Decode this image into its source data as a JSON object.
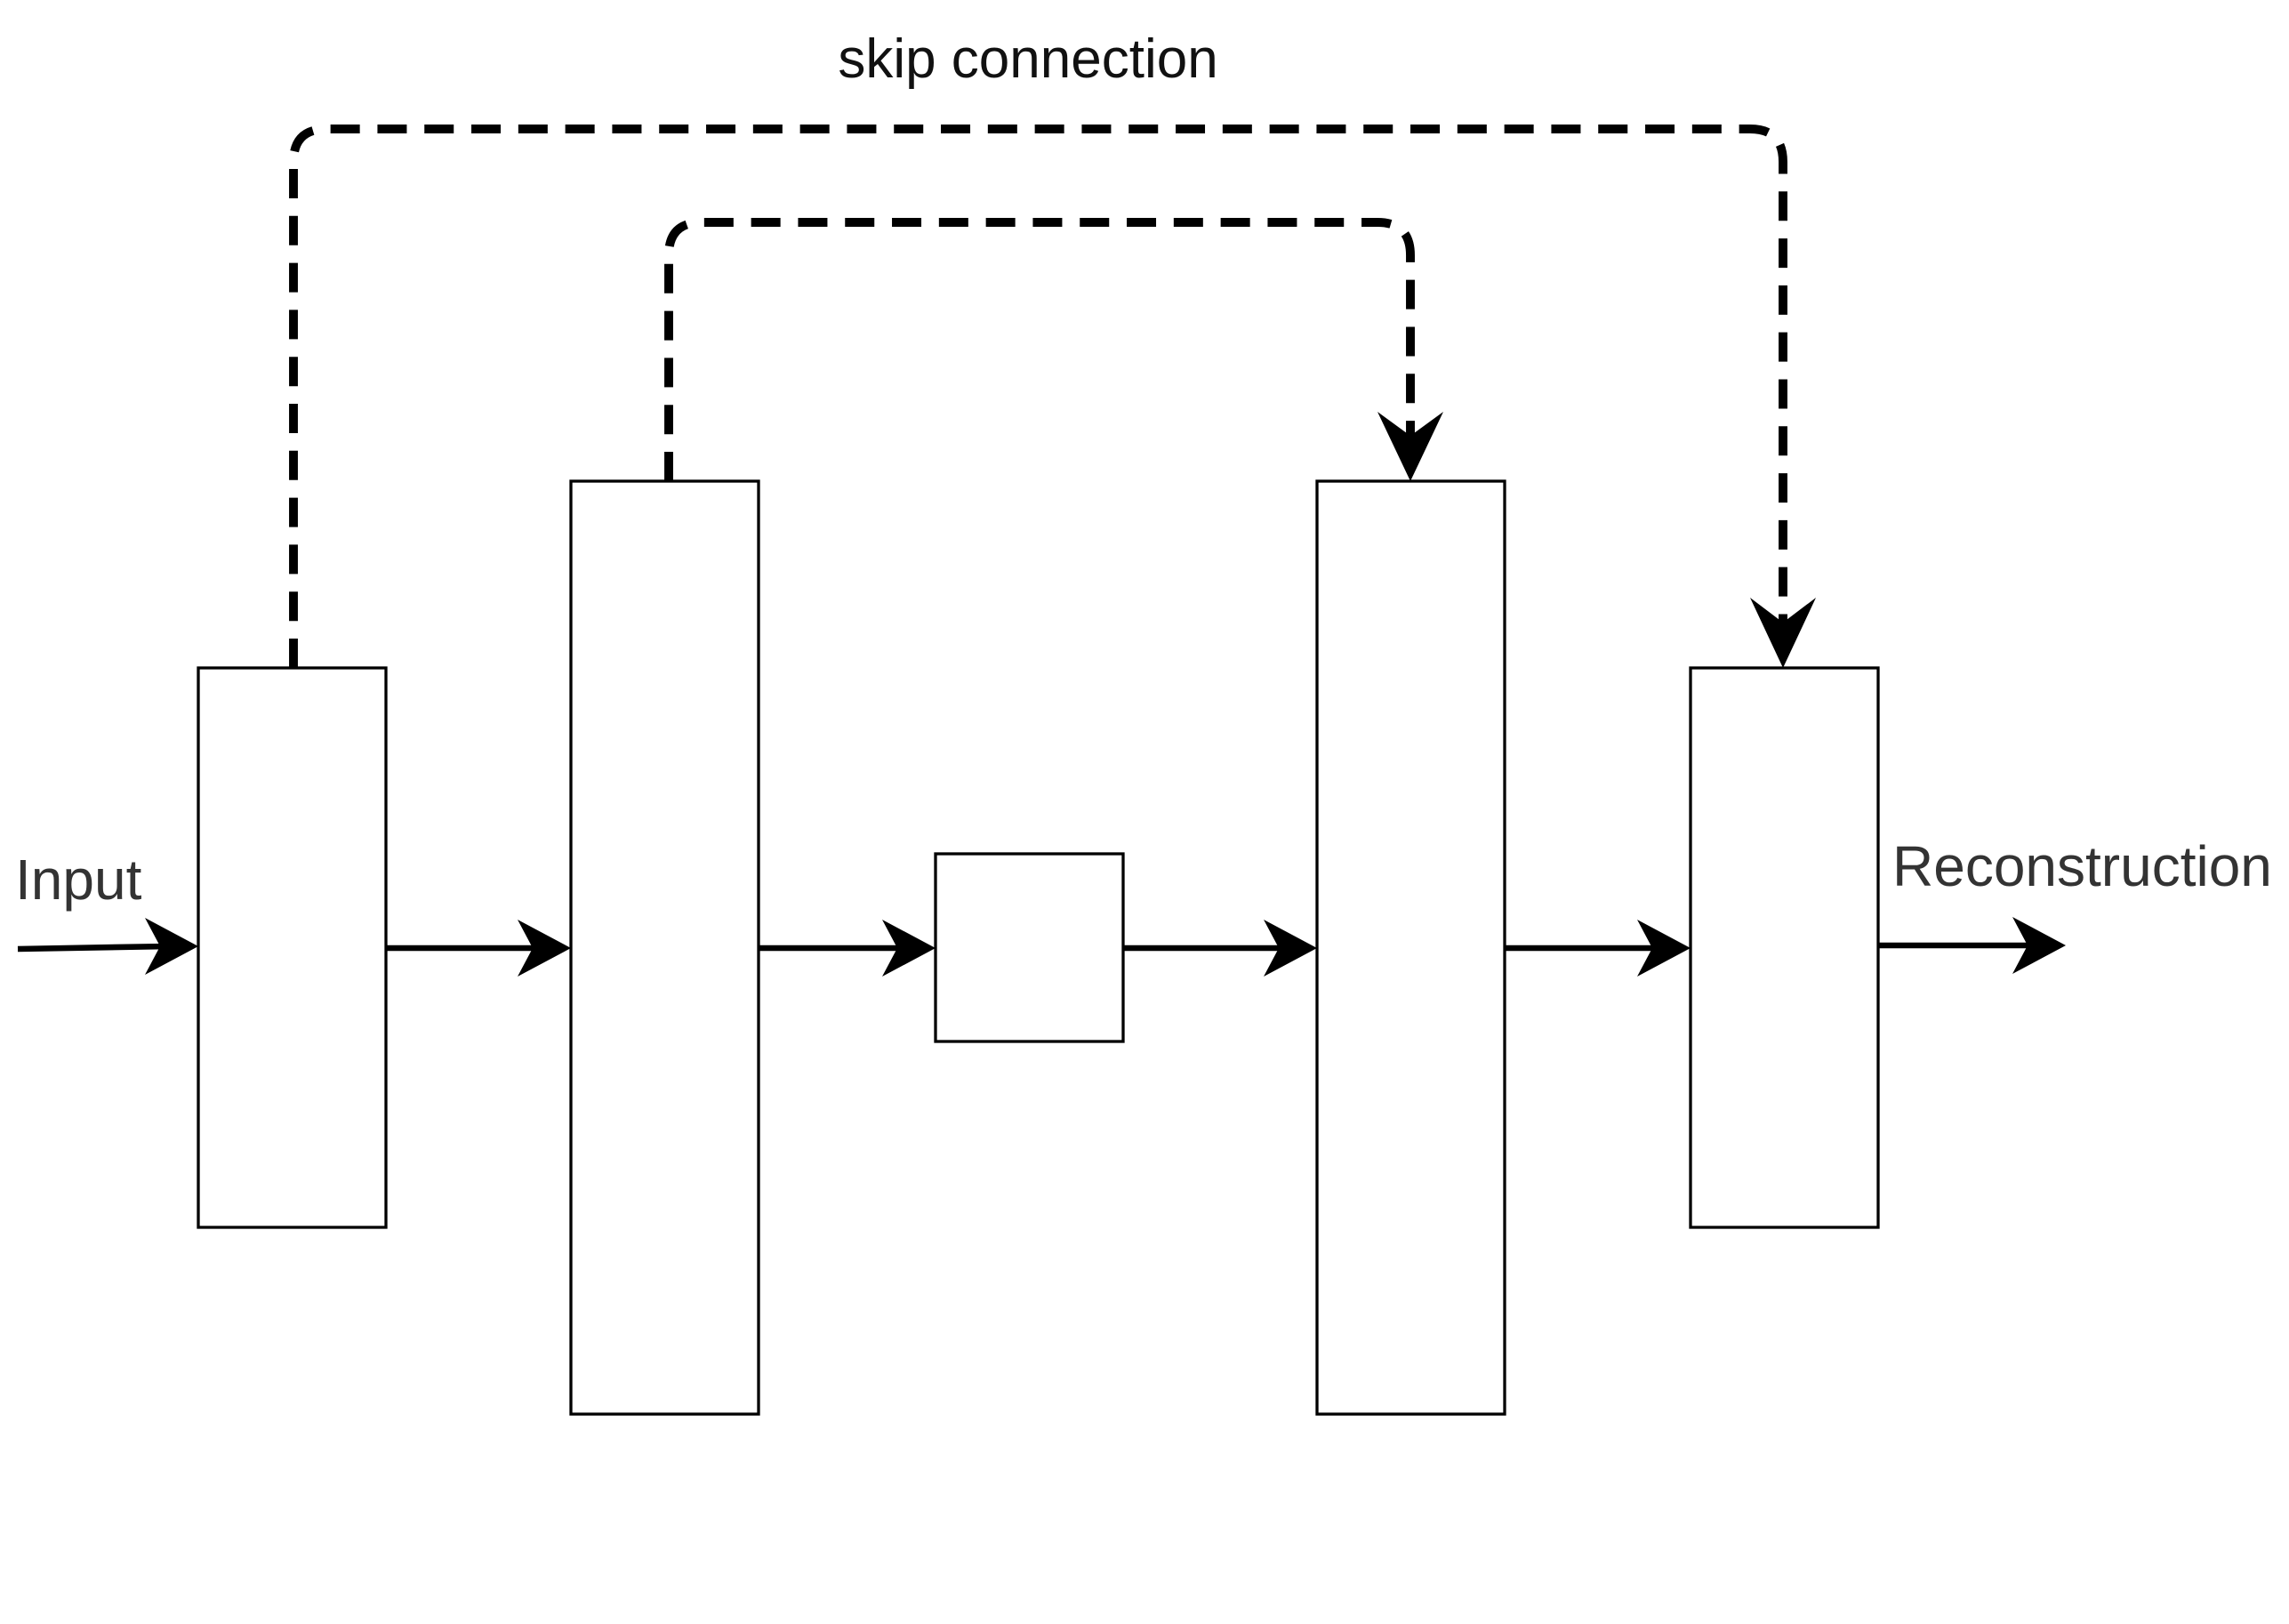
{
  "labels": {
    "input": "Input",
    "output": "Reconstruction",
    "skip": "skip connection"
  },
  "colors": {
    "stroke": "#000000",
    "text": "#333333",
    "background": "#ffffff"
  }
}
